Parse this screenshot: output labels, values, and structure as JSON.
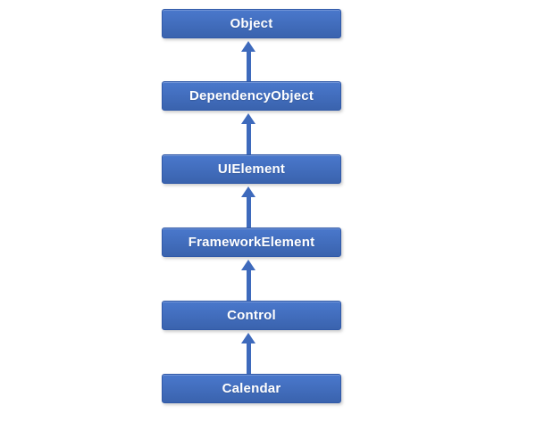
{
  "diagram": {
    "nodes": [
      {
        "label": "Object"
      },
      {
        "label": "DependencyObject"
      },
      {
        "label": "UIElement"
      },
      {
        "label": "FrameworkElement"
      },
      {
        "label": "Control"
      },
      {
        "label": "Calendar"
      }
    ],
    "colors": {
      "background": "#ffffff",
      "box_fill_top": "#4a78cc",
      "box_fill_bottom": "#3a63ae",
      "box_border": "#3059a8",
      "arrow": "#3e6abc",
      "text": "#ffffff"
    }
  }
}
